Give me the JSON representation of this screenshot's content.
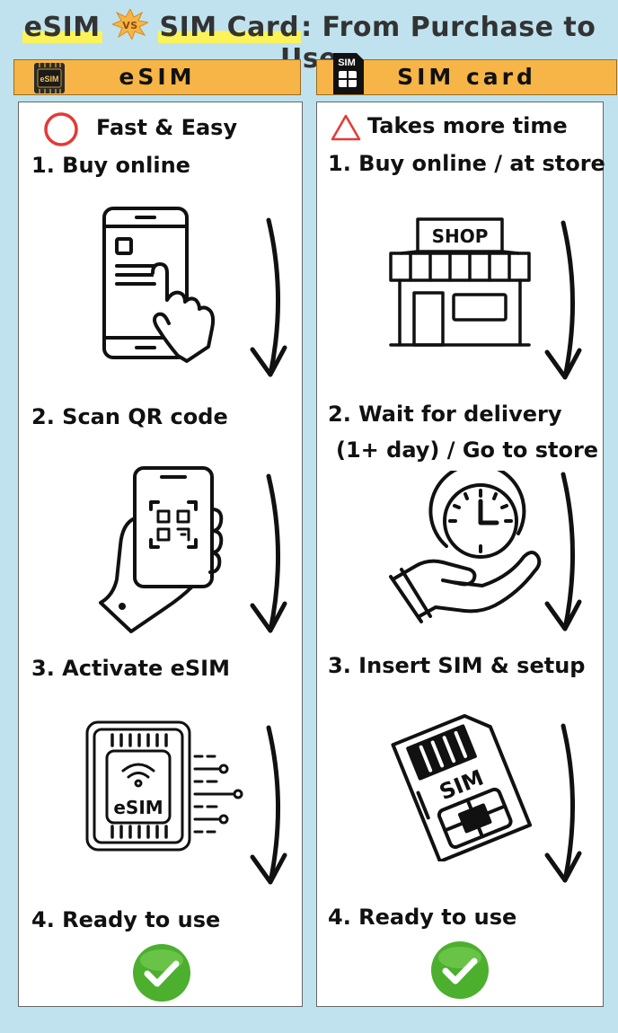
{
  "title": {
    "part1": "eSIM",
    "vs": "VS",
    "part2": "SIM Card",
    "part3": ": From Purchase to Use"
  },
  "esim": {
    "header": "eSIM",
    "logo_text": "eSIM",
    "rating_icon": "circle-mark-icon",
    "rating_text": "Fast & Easy",
    "steps": [
      "1. Buy online",
      "2. Scan QR code",
      "3. Activate eSIM",
      "4. Ready to use"
    ],
    "chip_label": "eSIM"
  },
  "sim": {
    "header": "SIM card",
    "logo_text": "SIM",
    "rating_icon": "triangle-mark-icon",
    "rating_text": "Takes more time",
    "steps": [
      "1. Buy online / at store",
      "2. Wait for delivery",
      "(1+ day) / Go to store",
      "3. Insert SIM & setup",
      "4. Ready to use"
    ],
    "shop_label": "SHOP",
    "card_label": "SIM"
  },
  "colors": {
    "background": "#bfe2ee",
    "header": "#f6b546",
    "circle": "#e53935",
    "triangle": "#e53935",
    "check": "#4caf2e",
    "highlight": "#fbf35a"
  }
}
